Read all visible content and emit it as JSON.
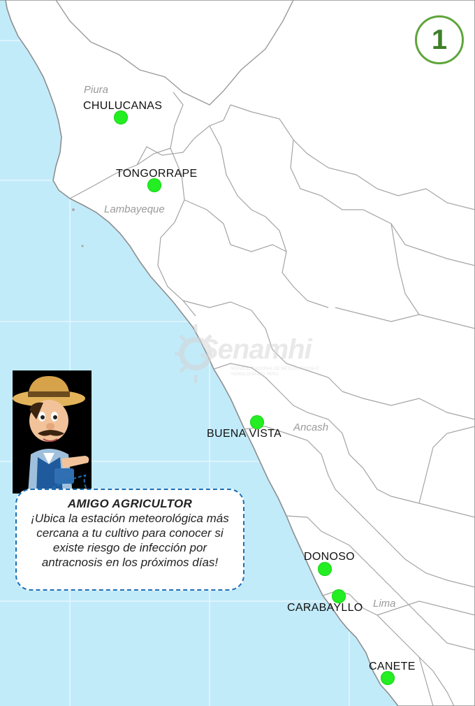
{
  "map": {
    "badge_number": "1",
    "regions": [
      {
        "name": "Piura"
      },
      {
        "name": "Lambayeque"
      },
      {
        "name": "Ancash"
      },
      {
        "name": "Lima"
      }
    ],
    "stations": [
      {
        "name": "CHULUCANAS"
      },
      {
        "name": "TONGORRAPE"
      },
      {
        "name": "BUENA VISTA"
      },
      {
        "name": "DONOSO"
      },
      {
        "name": "CARABAYLLO"
      },
      {
        "name": "CANETE"
      }
    ],
    "watermark": {
      "logo_text": "Senamhi",
      "subtitle": "SERVICIO NACIONAL DE METEOROLOGÍA E HIDROLOGÍA DEL PERÚ"
    },
    "colors": {
      "ocean": "#c2ebfa",
      "land": "#ffffff",
      "border": "#9c9c9c",
      "station": "#22ee22",
      "badge": "#5fa53c",
      "bubble_border": "#1e6fb4"
    }
  },
  "callout": {
    "title": "AMIGO AGRICULTOR",
    "message": "¡Ubica la estación meteorológica más cercana a tu cultivo para conocer si existe riesgo de infección por antracnosis en los próximos días!"
  }
}
